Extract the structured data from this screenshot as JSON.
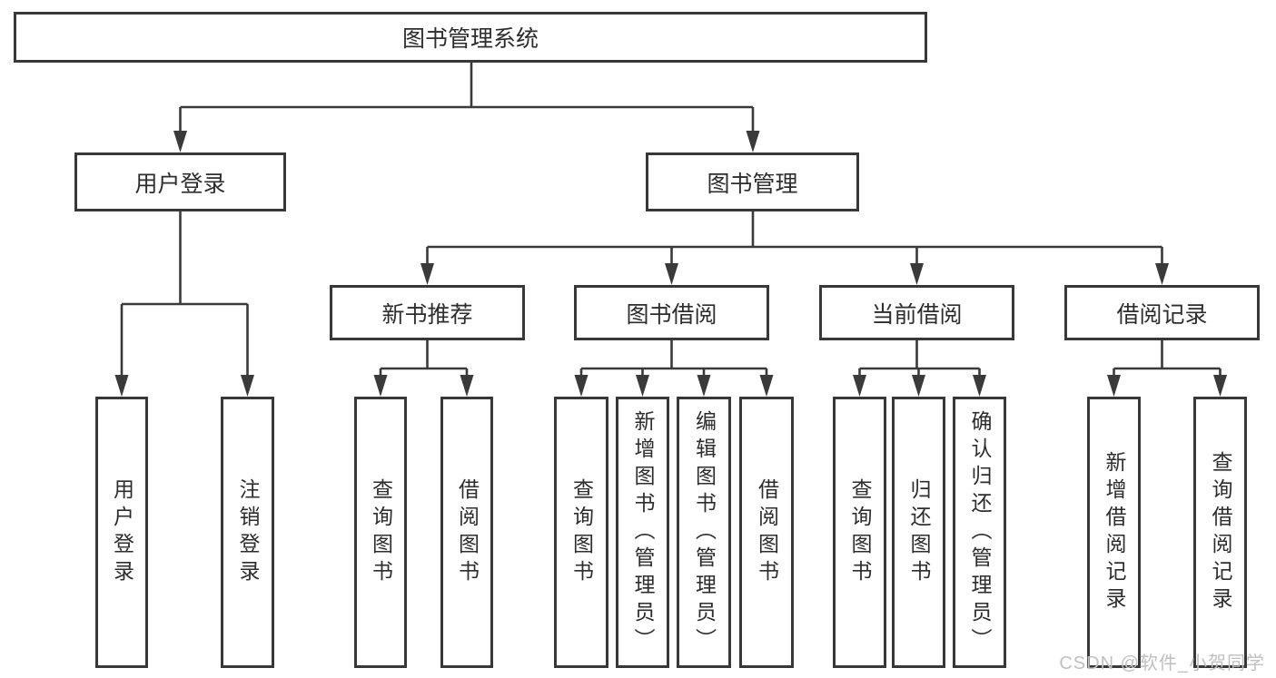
{
  "nodes": {
    "root": "图书管理系统",
    "level2": {
      "user_login": "用户登录",
      "book_management": "图书管理"
    },
    "level3": {
      "new_book_recommend": "新书推荐",
      "book_borrowing": "图书借阅",
      "current_borrowing": "当前借阅",
      "borrowing_records": "借阅记录"
    },
    "leaves": {
      "user_login": "用户登录",
      "logout": "注销登录",
      "recommend_query_book": "查询图书",
      "recommend_borrow_book": "借阅图书",
      "borrowing_query_book": "查询图书",
      "borrowing_add_book": "新增图书（管理员）",
      "borrowing_edit_book": "编辑图书（管理员）",
      "borrowing_borrow_book": "借阅图书",
      "current_query_book": "查询图书",
      "current_return_book": "归还图书",
      "current_confirm_return": "确认归还（管理员）",
      "records_add_record": "新增借阅记录",
      "records_query_record": "查询借阅记录"
    }
  },
  "watermark": "CSDN @软件_小贺同学",
  "colors": {
    "line": "#3a3a3a",
    "node_border": "#383838",
    "text": "#2d2d2d",
    "background": "#ffffff",
    "watermark_text": "#c0c0c0"
  }
}
